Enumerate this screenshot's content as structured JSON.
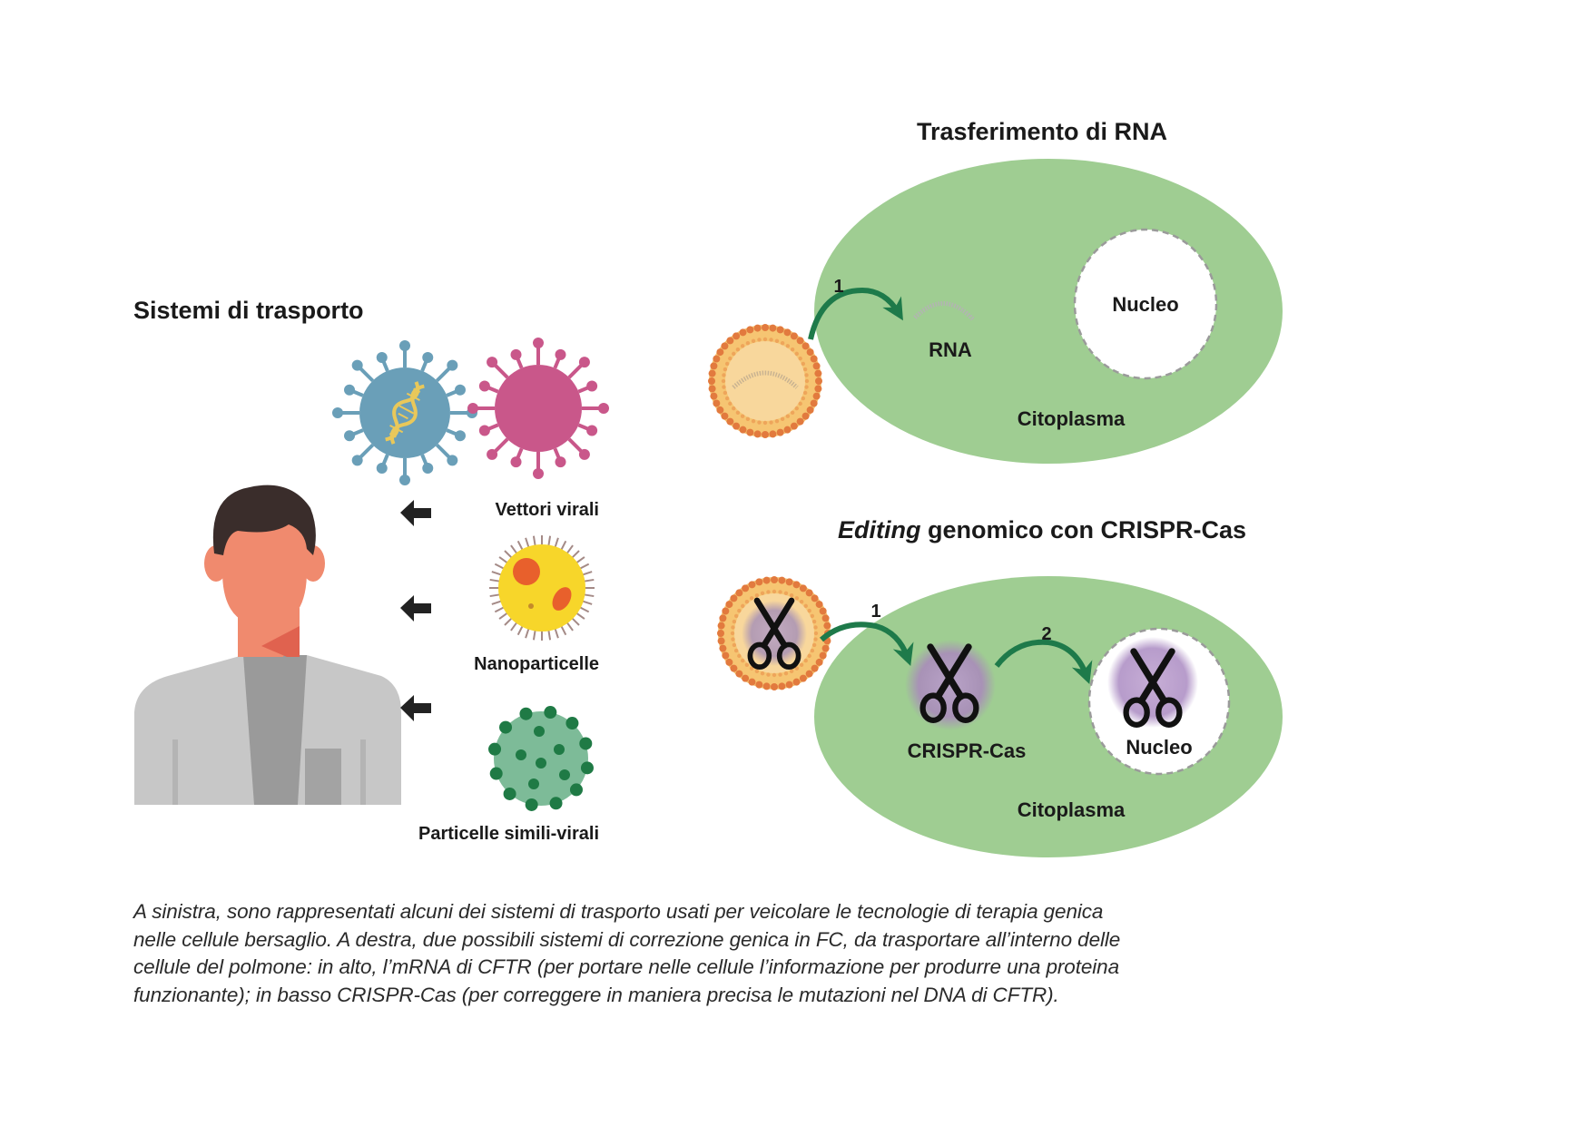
{
  "left_panel": {
    "title": "Sistemi di trasporto",
    "delivery_systems": [
      {
        "label": "Vettori virali",
        "icon": "viral-vector-icon"
      },
      {
        "label": "Nanoparticelle",
        "icon": "nanoparticle-icon"
      },
      {
        "label": "Particelle simili-virali",
        "icon": "virus-like-particle-icon"
      }
    ],
    "figure": "patient-figure"
  },
  "top_panel": {
    "title": "Trasferimento di RNA",
    "step_label": "1",
    "cargo_label": "RNA",
    "nucleus_label": "Nucleo",
    "cytoplasm_label": "Citoplasma"
  },
  "bottom_panel": {
    "title_italic": "Editing",
    "title_rest": " genomico con CRISPR-Cas",
    "step1_label": "1",
    "step2_label": "2",
    "cargo_label": "CRISPR-Cas",
    "nucleus_label": "Nucleo",
    "cytoplasm_label": "Citoplasma"
  },
  "caption": {
    "lines": [
      "A sinistra, sono rappresentati alcuni dei sistemi di trasporto usati per veicolare le tecnologie di terapia genica",
      "nelle cellule bersaglio. A destra, due possibili sistemi di correzione genica in FC, da trasportare all’interno delle",
      "cellule del polmone: in alto, l’mRNA di CFTR (per portare nelle cellule l’informazione per produrre una proteina",
      "funzionante); in basso CRISPR-Cas (per correggere in maniera precisa le mutazioni nel DNA di CFTR)."
    ]
  },
  "colors": {
    "cell": "#9fcd92",
    "arrow_green": "#1e7a4a",
    "viral_blue": "#6a9fb8",
    "viral_pink": "#c9578a",
    "nano_yellow": "#f7d62a",
    "nano_spot": "#e8602c",
    "vlp_green": "#7dbb98",
    "vlp_dot": "#1f7a45",
    "lipo_outer": "#e27a3e",
    "lipo_inner": "#f6c572",
    "skin": "#f08a6e",
    "hair": "#3a2d2b",
    "coat": "#c7c7c7",
    "shirt": "#9a9a9a"
  }
}
